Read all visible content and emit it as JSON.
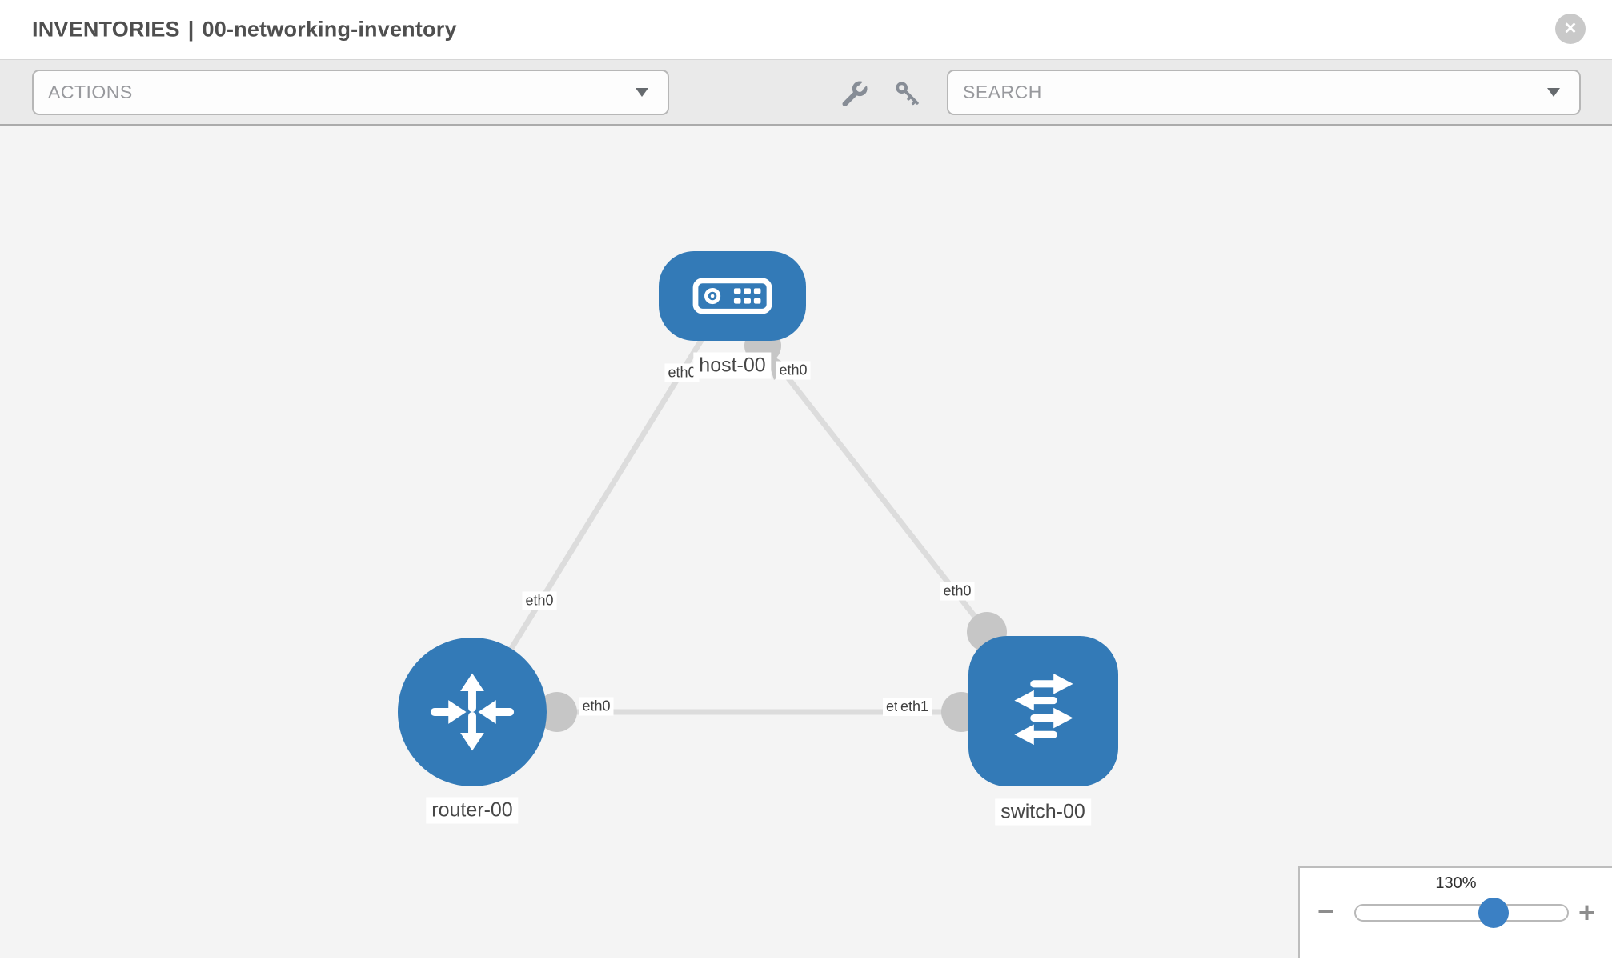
{
  "header": {
    "section": "INVENTORIES",
    "separator": "|",
    "inventory_name": "00-networking-inventory"
  },
  "toolbar": {
    "actions_label": "ACTIONS",
    "search_label": "SEARCH",
    "icon_names": [
      "wrench-icon",
      "key-icon"
    ]
  },
  "icons": {
    "close_glyph": "✕"
  },
  "topology": {
    "nodes": [
      {
        "id": "host-00",
        "type": "host",
        "label": "host-00"
      },
      {
        "id": "router-00",
        "type": "router",
        "label": "router-00"
      },
      {
        "id": "switch-00",
        "type": "switch",
        "label": "switch-00"
      }
    ],
    "links": [
      {
        "from": "host-00",
        "to": "router-00"
      },
      {
        "from": "host-00",
        "to": "switch-00"
      },
      {
        "from": "router-00",
        "to": "switch-00"
      }
    ],
    "interface_labels": [
      {
        "link": "host-router",
        "end": "host-00",
        "label": "eth0"
      },
      {
        "link": "host-switch",
        "end": "host-00",
        "label": "eth0"
      },
      {
        "link": "host-router",
        "end": "router-00",
        "label": "eth0"
      },
      {
        "link": "host-switch",
        "end": "switch-00",
        "label": "eth0"
      },
      {
        "link": "router-switch",
        "end": "router-00",
        "label": "eth0"
      },
      {
        "link": "router-switch",
        "end": "switch-00",
        "label": "eth0"
      },
      {
        "link": "router-switch",
        "end": "switch-00",
        "label": "eth1"
      }
    ]
  },
  "zoom": {
    "level": "130%",
    "minus_label": "−",
    "plus_label": "+"
  },
  "colors": {
    "node_blue": "#337ab7",
    "link_gray": "#dcdcdc",
    "port_gray": "#c6c6c6",
    "toolbar_gray": "#eaeaea",
    "canvas_gray": "#f4f4f4",
    "slider_handle_blue": "#3b80c4"
  }
}
